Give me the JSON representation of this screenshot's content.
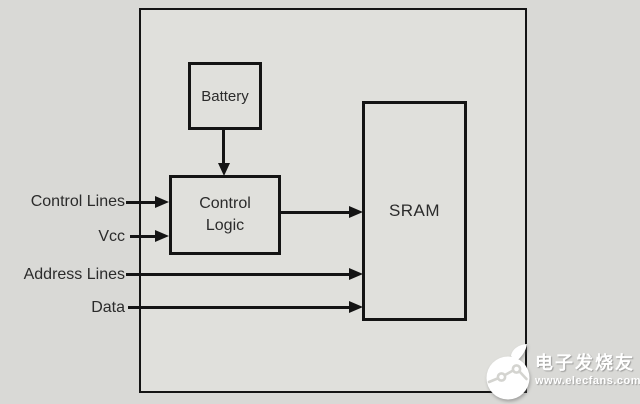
{
  "canvas": {
    "background_color": "#d9d9d6",
    "inner_background_color": "#e0e0dc",
    "line_color": "#141414",
    "text_color": "#2b2b2b"
  },
  "diagram": {
    "nodes": {
      "battery": {
        "label": "Battery"
      },
      "control_logic": {
        "lines": [
          "Control",
          "Logic"
        ]
      },
      "sram": {
        "label": "SRAM"
      }
    },
    "inputs": [
      {
        "label": "Control Lines",
        "target": "control_logic"
      },
      {
        "label": "Vcc",
        "target": "control_logic"
      },
      {
        "label": "Address Lines",
        "target": "sram"
      },
      {
        "label": "Data",
        "target": "sram"
      }
    ],
    "edges": [
      {
        "from": "battery",
        "to": "control_logic"
      },
      {
        "from": "control_logic",
        "to": "sram"
      }
    ]
  },
  "watermark": {
    "brand": "电子发烧友",
    "url": "www.elecfans.com",
    "color": "#ffffff"
  }
}
